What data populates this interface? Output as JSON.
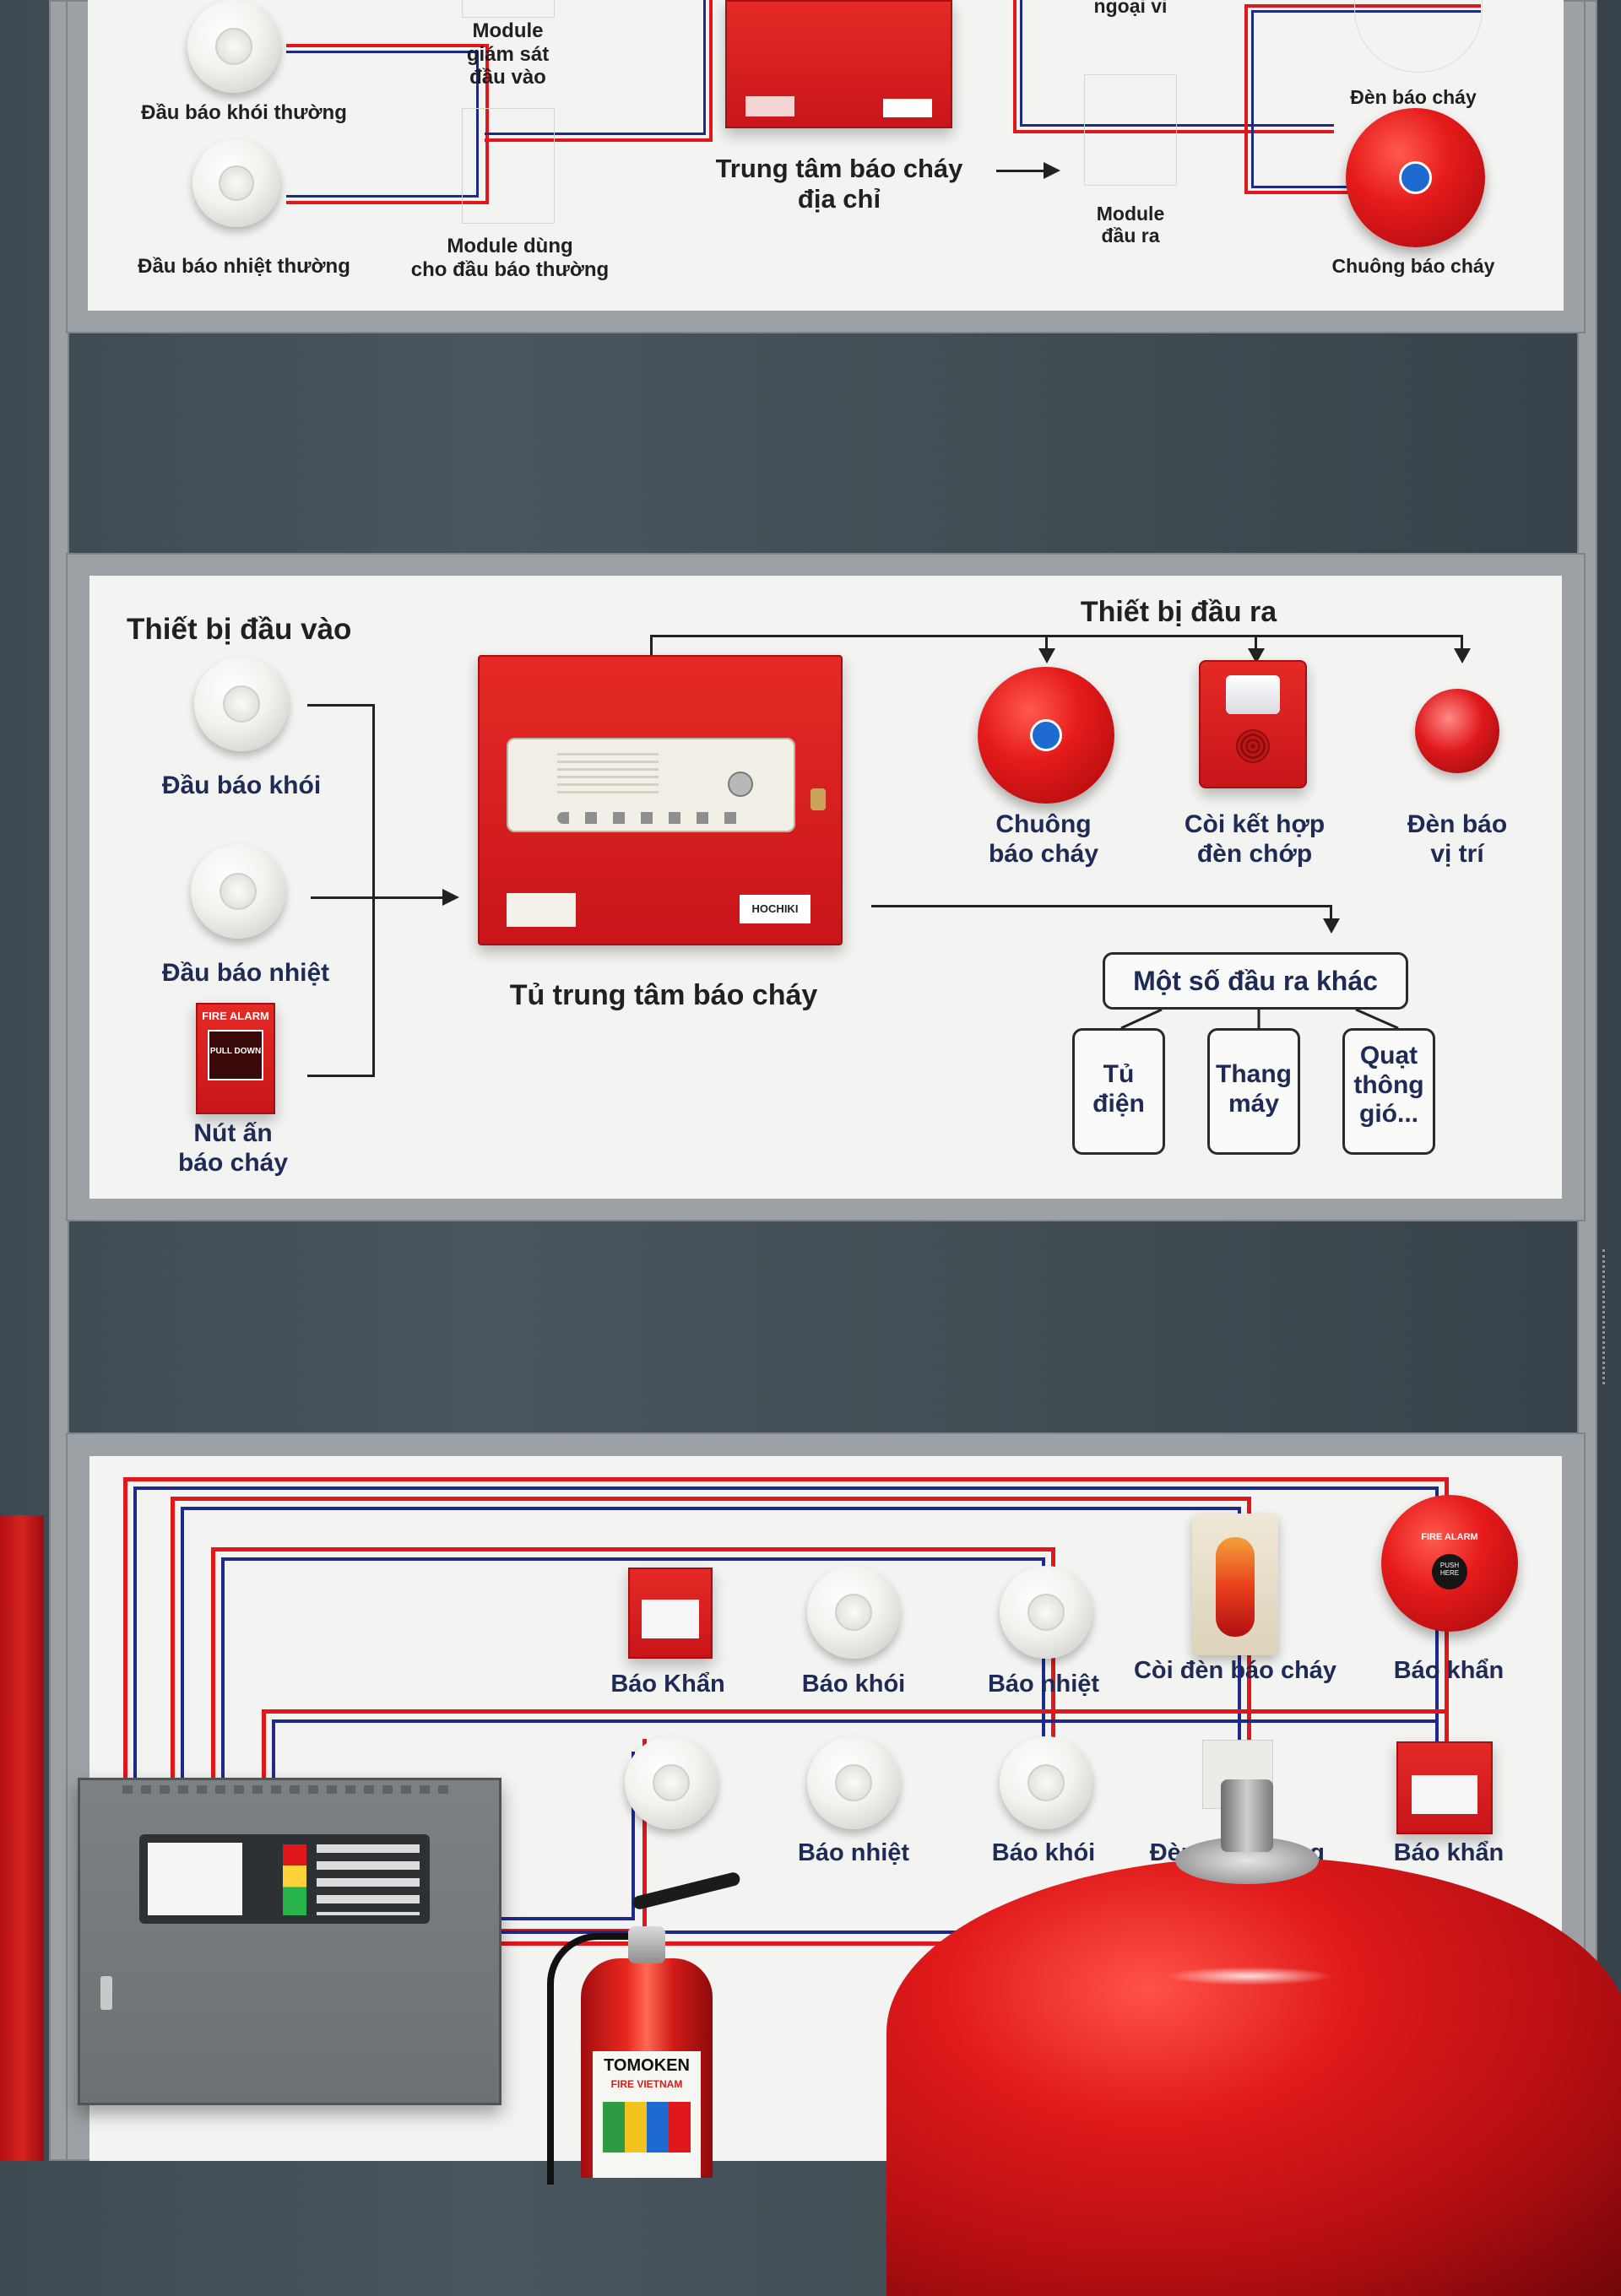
{
  "top_panel": {
    "module_input_label": "Module\ngiám sát\nđầu vào",
    "smoke_label": "Đầu báo khói thường",
    "heat_label": "Đầu báo nhiệt thường",
    "module_conventional_label": "Module dùng\ncho đầu báo thường",
    "center_label": "Trung tâm báo cháy\nđịa chỉ",
    "peripheral_label": "ngoại vi",
    "module_output_label": "Module\nđầu ra",
    "strobe_label": "Đèn báo cháy",
    "bell_label": "Chuông báo cháy"
  },
  "middle_panel": {
    "input_title": "Thiết bị đầu vào",
    "output_title": "Thiết bị đầu ra",
    "smoke_label": "Đầu báo khói",
    "heat_label": "Đầu báo nhiệt",
    "manual_label": "Nút ấn\nbáo cháy",
    "manual_device_text": "FIRE ALARM",
    "manual_pull_text": "PULL DOWN",
    "cabinet_label": "Tủ trung tâm báo cháy",
    "cabinet_brand": "HOCHIKI",
    "bell_label": "Chuông\nbáo cháy",
    "horn_strobe_label": "Còi kết hợp\nđèn chớp",
    "position_light_label": "Đèn báo\nvị trí",
    "other_outputs_label": "Một số đầu ra khác",
    "sub_outputs": [
      "Tủ\nđiện",
      "Thang\nmáy",
      "Quạt\nthông\ngió..."
    ]
  },
  "bottom_panel": {
    "row1_labels": [
      "Báo Khẩn",
      "Báo khói",
      "Báo nhiệt",
      "Còi đèn báo cháy",
      "Báo khẩn"
    ],
    "row2_labels": [
      "Báo nhiệt",
      "Báo khói",
      "Đèn b",
      "ờng",
      "Báo khẩn"
    ],
    "fire_alarm_bell_text": "FIRE ALARM",
    "push_here_text": "PUSH\nHERE",
    "extinguisher_brand": "TOMOKEN",
    "extinguisher_sub": "FIRE VIETNAM"
  },
  "colors": {
    "panel_bg": "#f3f3f1",
    "label_navy": "#1e2b55",
    "red": "#e0181b",
    "wire_blue": "#1e2a8a"
  }
}
